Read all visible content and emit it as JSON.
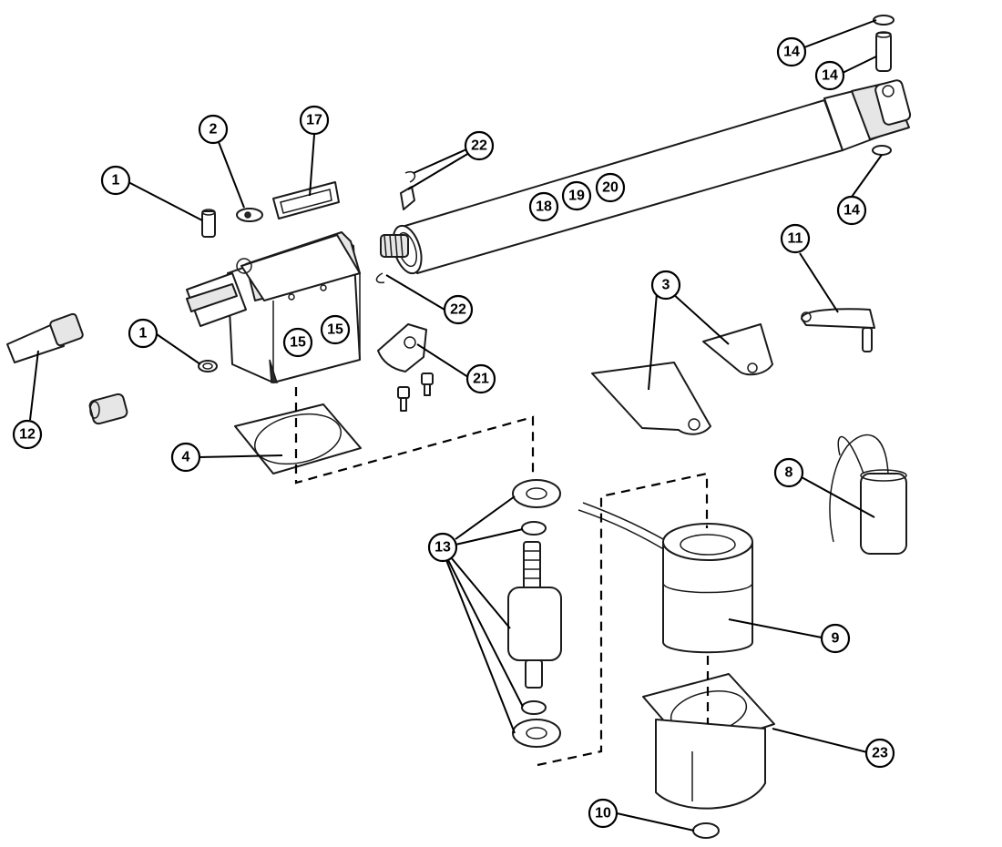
{
  "diagram": {
    "type": "exploded-parts-view",
    "callouts": [
      {
        "label": "1"
      },
      {
        "label": "1"
      },
      {
        "label": "2"
      },
      {
        "label": "17"
      },
      {
        "label": "22"
      },
      {
        "label": "22"
      },
      {
        "label": "18"
      },
      {
        "label": "19"
      },
      {
        "label": "20"
      },
      {
        "label": "14"
      },
      {
        "label": "14"
      },
      {
        "label": "14"
      },
      {
        "label": "11"
      },
      {
        "label": "3"
      },
      {
        "label": "15"
      },
      {
        "label": "15"
      },
      {
        "label": "21"
      },
      {
        "label": "12"
      },
      {
        "label": "4"
      },
      {
        "label": "8"
      },
      {
        "label": "13"
      },
      {
        "label": "9"
      },
      {
        "label": "23"
      },
      {
        "label": "10"
      }
    ]
  }
}
